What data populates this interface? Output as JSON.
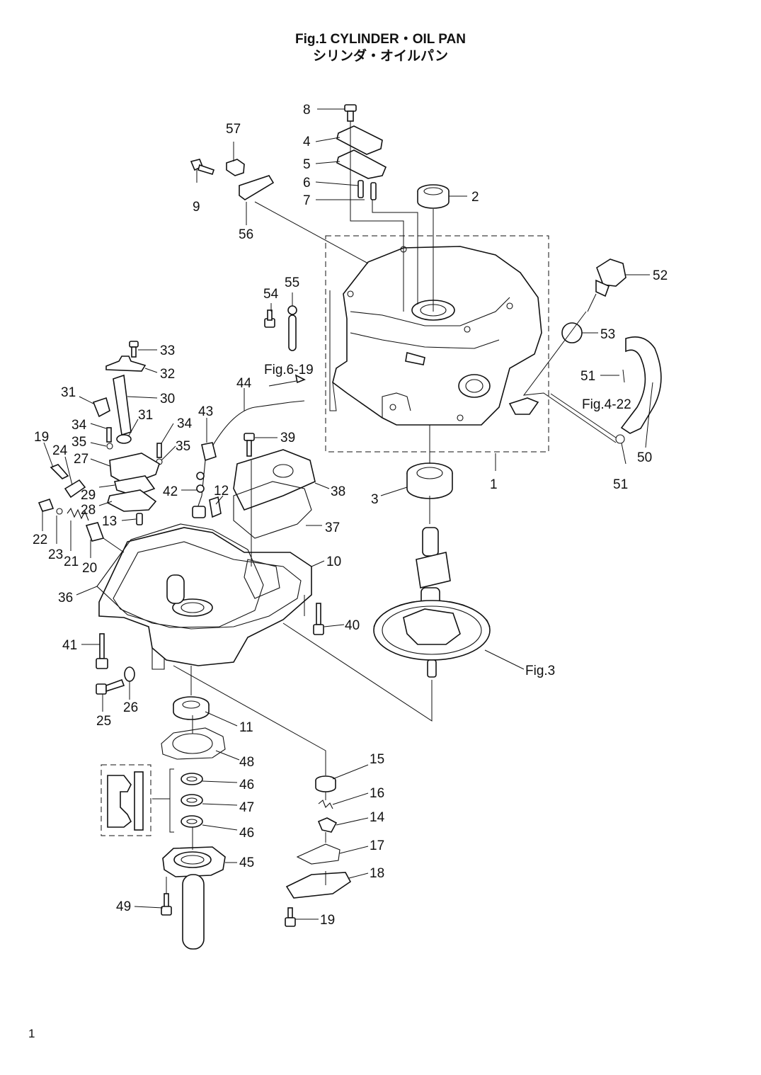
{
  "title": {
    "line1": "Fig.1  CYLINDER・OIL PAN",
    "line2": "シリンダ・オイルパン"
  },
  "page_number": "1",
  "callouts": [
    {
      "id": "c8",
      "text": "8"
    },
    {
      "id": "c4",
      "text": "4"
    },
    {
      "id": "c5",
      "text": "5"
    },
    {
      "id": "c6",
      "text": "6"
    },
    {
      "id": "c7",
      "text": "7"
    },
    {
      "id": "c2",
      "text": "2"
    },
    {
      "id": "c57",
      "text": "57"
    },
    {
      "id": "c9",
      "text": "9"
    },
    {
      "id": "c56",
      "text": "56"
    },
    {
      "id": "c52",
      "text": "52"
    },
    {
      "id": "c53",
      "text": "53"
    },
    {
      "id": "c55",
      "text": "55"
    },
    {
      "id": "c54",
      "text": "54"
    },
    {
      "id": "c33",
      "text": "33"
    },
    {
      "id": "c32",
      "text": "32"
    },
    {
      "id": "cfig619",
      "text": "Fig.6-19"
    },
    {
      "id": "c51a",
      "text": "51"
    },
    {
      "id": "cfig422",
      "text": "Fig.4-22"
    },
    {
      "id": "c44",
      "text": "44"
    },
    {
      "id": "c31a",
      "text": "31"
    },
    {
      "id": "c30",
      "text": "30"
    },
    {
      "id": "c31b",
      "text": "31"
    },
    {
      "id": "c43",
      "text": "43"
    },
    {
      "id": "c34a",
      "text": "34"
    },
    {
      "id": "c34b",
      "text": "34"
    },
    {
      "id": "c35a",
      "text": "35"
    },
    {
      "id": "c19a",
      "text": "19"
    },
    {
      "id": "c24",
      "text": "24"
    },
    {
      "id": "c35b",
      "text": "35"
    },
    {
      "id": "c39",
      "text": "39"
    },
    {
      "id": "c27",
      "text": "27"
    },
    {
      "id": "c50",
      "text": "50"
    },
    {
      "id": "c42",
      "text": "42"
    },
    {
      "id": "c12",
      "text": "12"
    },
    {
      "id": "c38",
      "text": "38"
    },
    {
      "id": "c29",
      "text": "29"
    },
    {
      "id": "c1",
      "text": "1"
    },
    {
      "id": "c51b",
      "text": "51"
    },
    {
      "id": "c28",
      "text": "28"
    },
    {
      "id": "c3",
      "text": "3"
    },
    {
      "id": "c13",
      "text": "13"
    },
    {
      "id": "c37",
      "text": "37"
    },
    {
      "id": "c22",
      "text": "22"
    },
    {
      "id": "c23",
      "text": "23"
    },
    {
      "id": "c21",
      "text": "21"
    },
    {
      "id": "c20",
      "text": "20"
    },
    {
      "id": "c10",
      "text": "10"
    },
    {
      "id": "c36",
      "text": "36"
    },
    {
      "id": "c40",
      "text": "40"
    },
    {
      "id": "c41",
      "text": "41"
    },
    {
      "id": "cfig3",
      "text": "Fig.3"
    },
    {
      "id": "c26",
      "text": "26"
    },
    {
      "id": "c25",
      "text": "25"
    },
    {
      "id": "c11",
      "text": "11"
    },
    {
      "id": "c48",
      "text": "48"
    },
    {
      "id": "c15",
      "text": "15"
    },
    {
      "id": "c46a",
      "text": "46"
    },
    {
      "id": "c16",
      "text": "16"
    },
    {
      "id": "c47",
      "text": "47"
    },
    {
      "id": "c14",
      "text": "14"
    },
    {
      "id": "c46b",
      "text": "46"
    },
    {
      "id": "c17",
      "text": "17"
    },
    {
      "id": "c45",
      "text": "45"
    },
    {
      "id": "c18",
      "text": "18"
    },
    {
      "id": "c49",
      "text": "49"
    },
    {
      "id": "c19b",
      "text": "19"
    }
  ]
}
